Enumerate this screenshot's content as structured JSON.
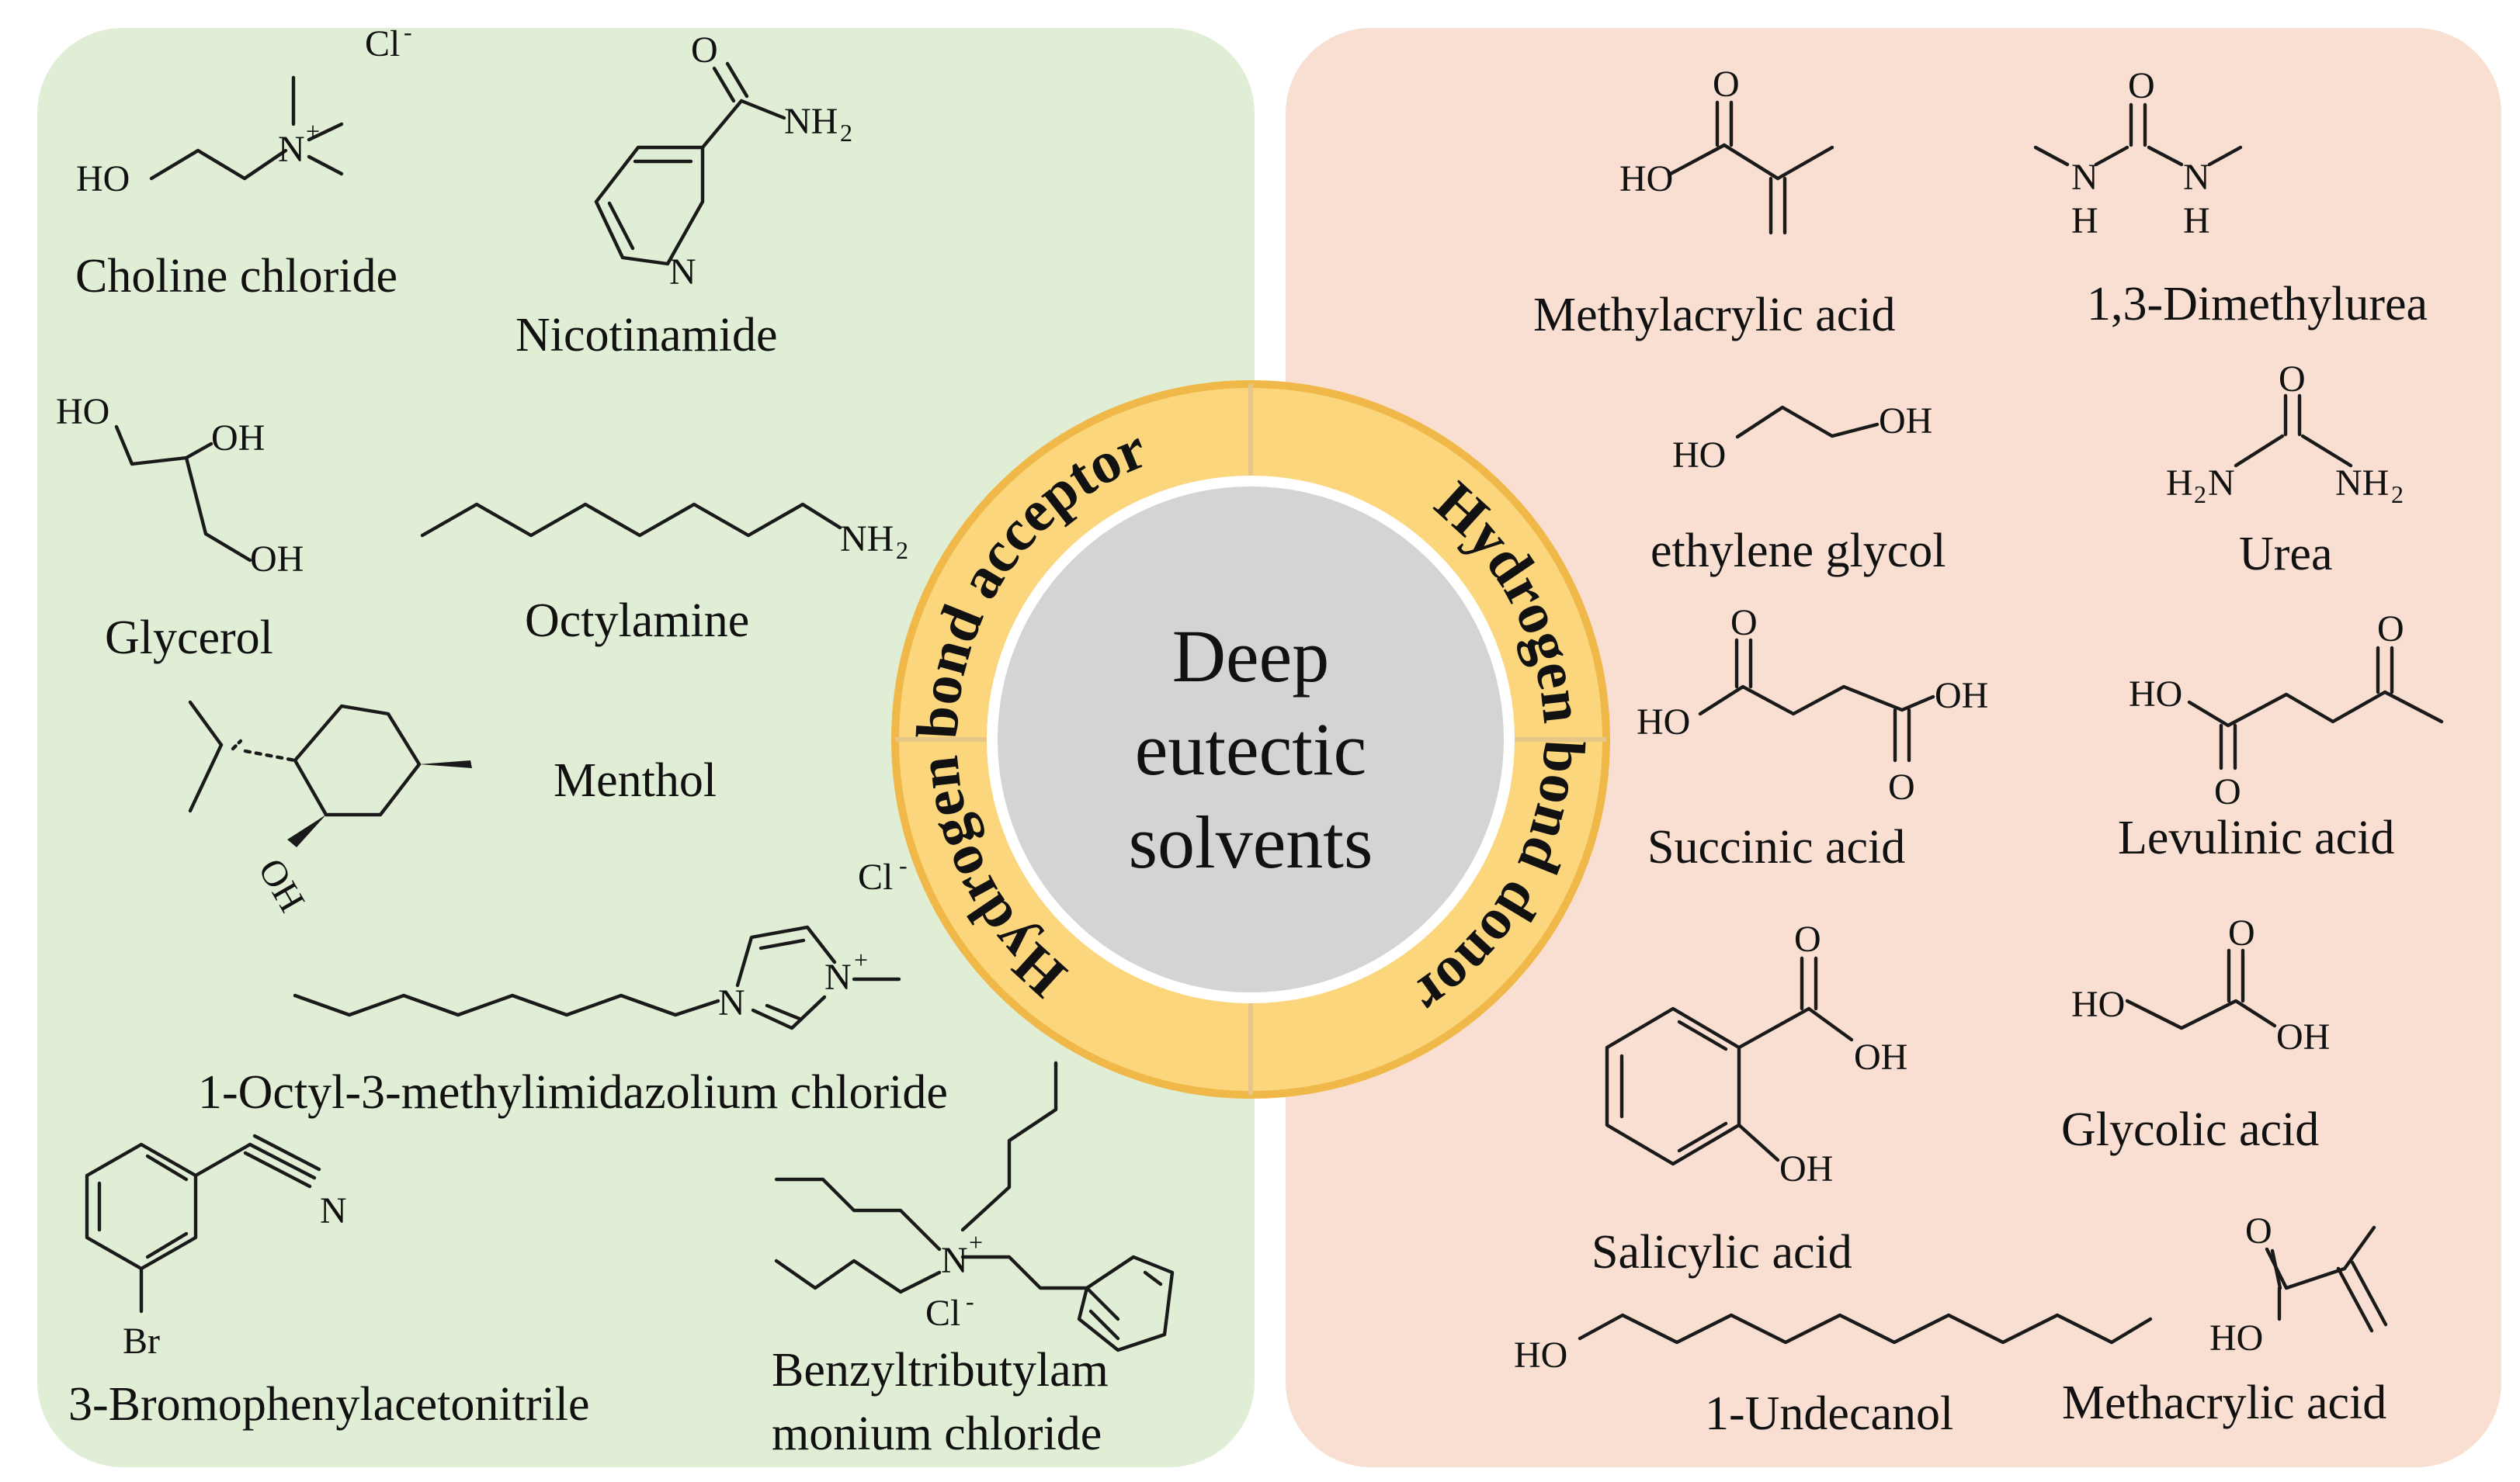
{
  "panels": {
    "left": {
      "color": "#e1eed6"
    },
    "right": {
      "color": "#f8dfd2"
    }
  },
  "ring": {
    "inner_text": [
      "Deep",
      "eutectic",
      "solvents"
    ],
    "acceptor_label": "Hydrogen bond acceptor",
    "donor_label": "Hydrogen bond donor",
    "colors": {
      "ring": "#fbd67c",
      "ring_edge": "#f0b848",
      "center": "#d4d4d4",
      "center_edge": "#ffffff"
    }
  },
  "acceptors": {
    "choline_chloride": {
      "name": "Choline chloride",
      "HO": "HO",
      "N": "N",
      "plus": "+",
      "Cl": "Cl",
      "minus": "-"
    },
    "nicotinamide": {
      "name": "Nicotinamide",
      "O": "O",
      "NH": "NH",
      "sub2": "2",
      "N": "N"
    },
    "glycerol": {
      "name": "Glycerol",
      "OH1": "HO",
      "OH2": "OH",
      "OH3": "OH"
    },
    "octylamine": {
      "name": "Octylamine",
      "NH": "NH",
      "sub2": "2"
    },
    "menthol": {
      "name": "Menthol",
      "OH": "OH"
    },
    "omim_cl": {
      "name": "1-Octyl-3-methylimidazolium chloride",
      "N1": "N",
      "N2": "N",
      "plus": "+",
      "Cl": "Cl",
      "minus": "-"
    },
    "bromophenylacetonitrile": {
      "name": "3-Bromophenylacetonitrile",
      "N": "N",
      "Br": "Br"
    },
    "benzyltributylammonium": {
      "name_line1": "Benzyltributylam",
      "name_line2": "monium chloride",
      "N": "N",
      "plus": "+",
      "Cl": "Cl",
      "minus": "-"
    }
  },
  "donors": {
    "methylacrylic_acid": {
      "name": "Methylacrylic acid",
      "O": "O",
      "HO": "HO"
    },
    "dimethylurea": {
      "name": "1,3-Dimethylurea",
      "O": "O",
      "N1": "N",
      "N2": "N",
      "H1": "H",
      "H2": "H"
    },
    "ethylene_glycol": {
      "name": "ethylene glycol",
      "HO": "HO",
      "OH": "OH"
    },
    "urea": {
      "name": "Urea",
      "O": "O",
      "H2N": "H",
      "N": "N",
      "sub2": "2",
      "NH": "NH"
    },
    "succinic_acid": {
      "name": "Succinic acid",
      "O1": "O",
      "HO": "HO",
      "OH": "OH",
      "O2": "O"
    },
    "levulinic_acid": {
      "name": "Levulinic acid",
      "HO": "HO",
      "O1": "O",
      "O2": "O"
    },
    "salicylic_acid": {
      "name": "Salicylic acid",
      "O": "O",
      "OH1": "OH",
      "OH2": "OH"
    },
    "glycolic_acid": {
      "name": "Glycolic acid",
      "O": "O",
      "HO": "HO",
      "OH": "OH"
    },
    "undecanol": {
      "name": "1-Undecanol",
      "HO": "HO"
    },
    "methacrylic_acid": {
      "name": "Methacrylic acid",
      "O": "O",
      "HO": "HO"
    }
  }
}
